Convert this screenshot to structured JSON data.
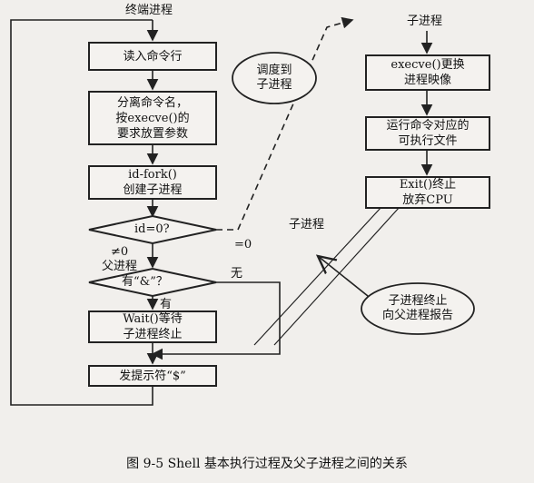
{
  "title": "终端进程",
  "child_title": "子进程",
  "left_flow": {
    "read_cmd": "读入命令行",
    "parse_cmd": "分离命令名，\n按execve()的\n要求放置参数",
    "fork": "id-fork()\n创建子进程",
    "decision_id": "id=0?",
    "decision_amp": "有“&”？",
    "wait": "Wait()等待\n子进程终止",
    "prompt": "发提示符“$”"
  },
  "right_flow": {
    "execve": "execve()更换\n进程映像",
    "run": "运行命令对应的\n可执行文件",
    "exit": "Exit()终止\n放弃CPU"
  },
  "ovals": {
    "schedule": "调度到\n子进程",
    "report": "子进程终止\n向父进程报告"
  },
  "edge_labels": {
    "eq_zero": "=0",
    "neq_zero": "≠0",
    "parent": "父进程",
    "child": "子进程",
    "no": "无",
    "yes": "有"
  },
  "caption": "图 9-5   Shell 基本执行过程及父子进程之间的关系"
}
